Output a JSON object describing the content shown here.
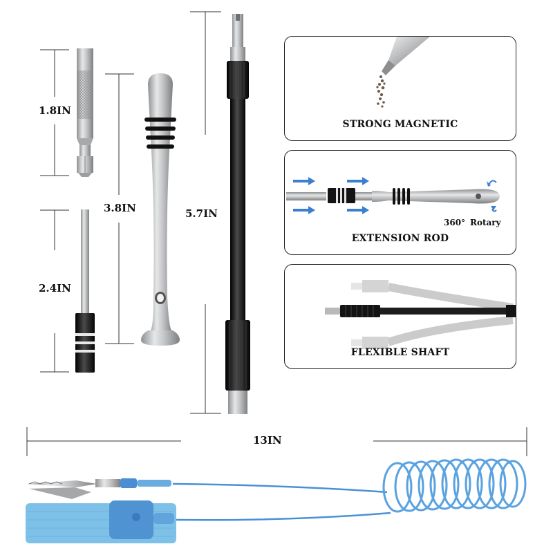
{
  "dimensions": {
    "bit": "1.8IN",
    "bit_holder": "2.4IN",
    "handle": "3.8IN",
    "extension": "5.7IN",
    "strap": "13IN"
  },
  "panels": {
    "magnetic": "STRONG MAGNETIC",
    "extension_rod": "EXTENSION ROD",
    "rotary_degree": "360°",
    "rotary_text": "Rotary",
    "flexible": "FLEXIBLE SHAFT"
  },
  "colors": {
    "metal": "#bfc0c2",
    "black": "#151515",
    "strap_blue": "#6cb6de",
    "cord_blue": "#4a90d6",
    "arrow_blue": "#3a7fd0"
  }
}
